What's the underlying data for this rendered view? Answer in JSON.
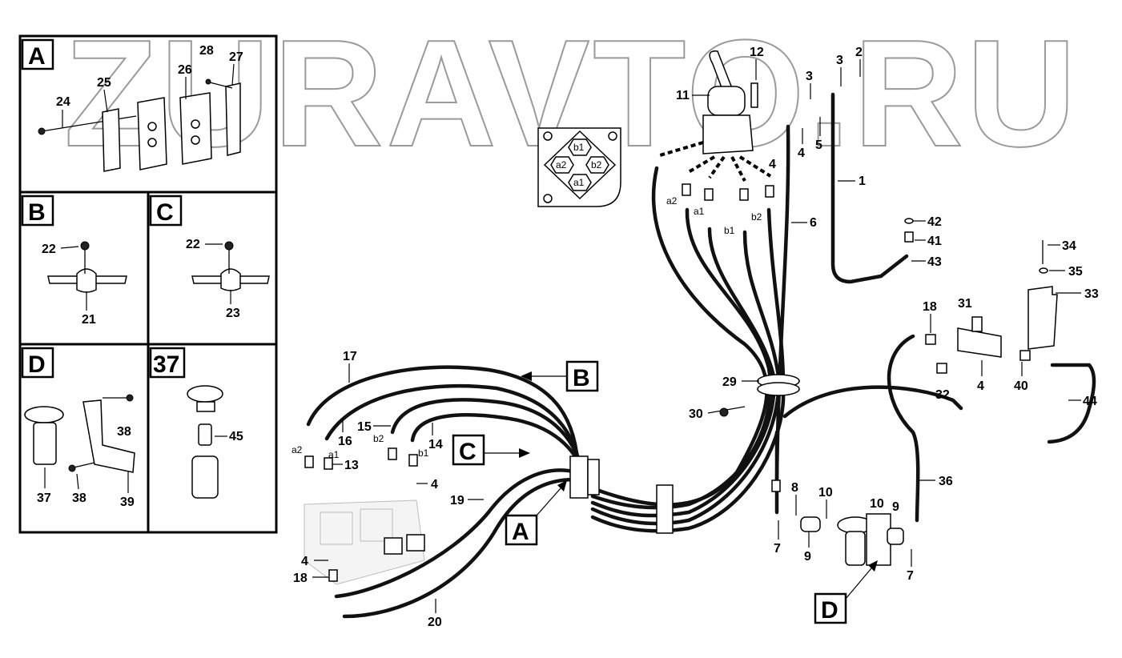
{
  "watermark": "ZURAVTO.RU",
  "detail_tags": {
    "A": "A",
    "B": "B",
    "C": "C",
    "D": "D",
    "n37": "37"
  },
  "port_symbol": {
    "b1": "b1",
    "a2": "a2",
    "b2": "b2",
    "a1": "a1"
  },
  "port_labels": {
    "a2": "a2",
    "a1": "a1",
    "b1": "b1",
    "b2": "b2"
  },
  "panel_A": {
    "n24": "24",
    "n25": "25",
    "n26": "26",
    "n27": "27",
    "n28": "28"
  },
  "panel_B": {
    "n22": "22",
    "n21": "21"
  },
  "panel_C": {
    "n22": "22",
    "n23": "23"
  },
  "panel_D": {
    "n37": "37",
    "n38a": "38",
    "n38b": "38",
    "n39": "39"
  },
  "panel_37": {
    "n45": "45"
  },
  "callouts": {
    "n1": "1",
    "n2": "2",
    "n3a": "3",
    "n3b": "3",
    "n4a": "4",
    "n4b": "4",
    "n4c": "4",
    "n4d": "4",
    "n4e": "4",
    "n5": "5",
    "n6": "6",
    "n7a": "7",
    "n7b": "7",
    "n8": "8",
    "n9a": "9",
    "n9b": "9",
    "n10a": "10",
    "n10b": "10",
    "n11": "11",
    "n12": "12",
    "n13": "13",
    "n14": "14",
    "n15": "15",
    "n16": "16",
    "n17": "17",
    "n18a": "18",
    "n18b": "18",
    "n19": "19",
    "n20": "20",
    "n29": "29",
    "n30": "30",
    "n31": "31",
    "n32": "32",
    "n33": "33",
    "n34": "34",
    "n35": "35",
    "n36": "36",
    "n40": "40",
    "n41": "41",
    "n42": "42",
    "n43": "43",
    "n44": "44"
  },
  "valve_ports": {
    "a2": "a2",
    "a1": "a1",
    "b2": "b2",
    "b1": "b1"
  }
}
